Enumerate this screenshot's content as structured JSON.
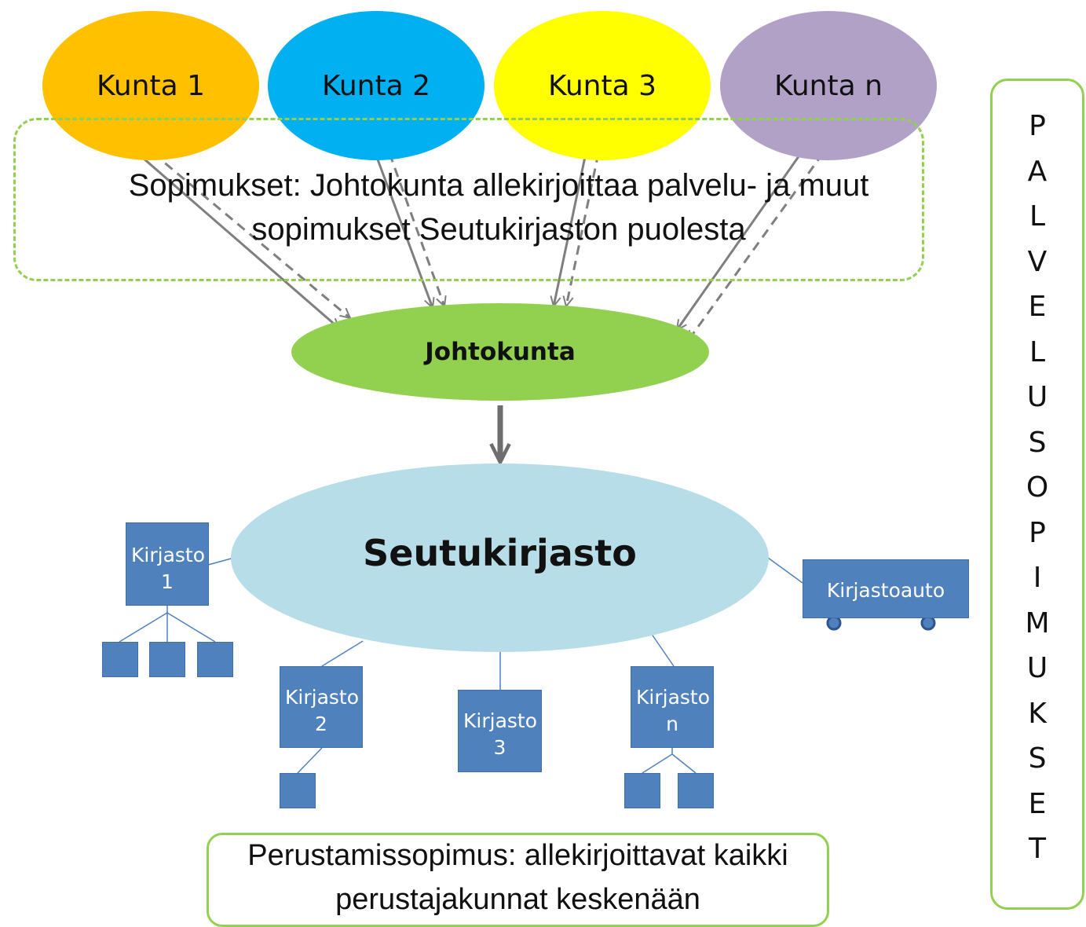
{
  "municipalities": [
    {
      "label": "Kunta 1",
      "color": "#ffc000"
    },
    {
      "label": "Kunta 2",
      "color": "#00b0f0"
    },
    {
      "label": "Kunta 3",
      "color": "#ffff00"
    },
    {
      "label": "Kunta n",
      "color": "#b2a1c7"
    }
  ],
  "agreements_box": {
    "text": "Sopimukset: Johtokunta allekirjoittaa palvelu- ja muut sopimukset Seutukirjaston puolesta",
    "border_color": "#92d050"
  },
  "board": {
    "label": "Johtokunta",
    "color": "#92d050"
  },
  "regional_library": {
    "label": "Seutukirjasto",
    "color": "#b7dde8"
  },
  "libraries": [
    {
      "label": "Kirjasto 1"
    },
    {
      "label": "Kirjasto 2"
    },
    {
      "label": "Kirjasto 3"
    },
    {
      "label": "Kirjasto n"
    }
  ],
  "bookmobile": {
    "label": "Kirjastoauto",
    "color": "#4f81bd"
  },
  "founding_agreement": {
    "text": "Perustamissopimus: allekirjoittavat kaikki perustajakunnat keskenään",
    "border_color": "#92d050"
  },
  "service_agreements": {
    "letters": [
      "P",
      "A",
      "L",
      "V",
      "E",
      "L",
      "U",
      "S",
      "O",
      "P",
      "I",
      "M",
      "U",
      "K",
      "S",
      "E",
      "T"
    ],
    "border_color": "#92d050"
  }
}
